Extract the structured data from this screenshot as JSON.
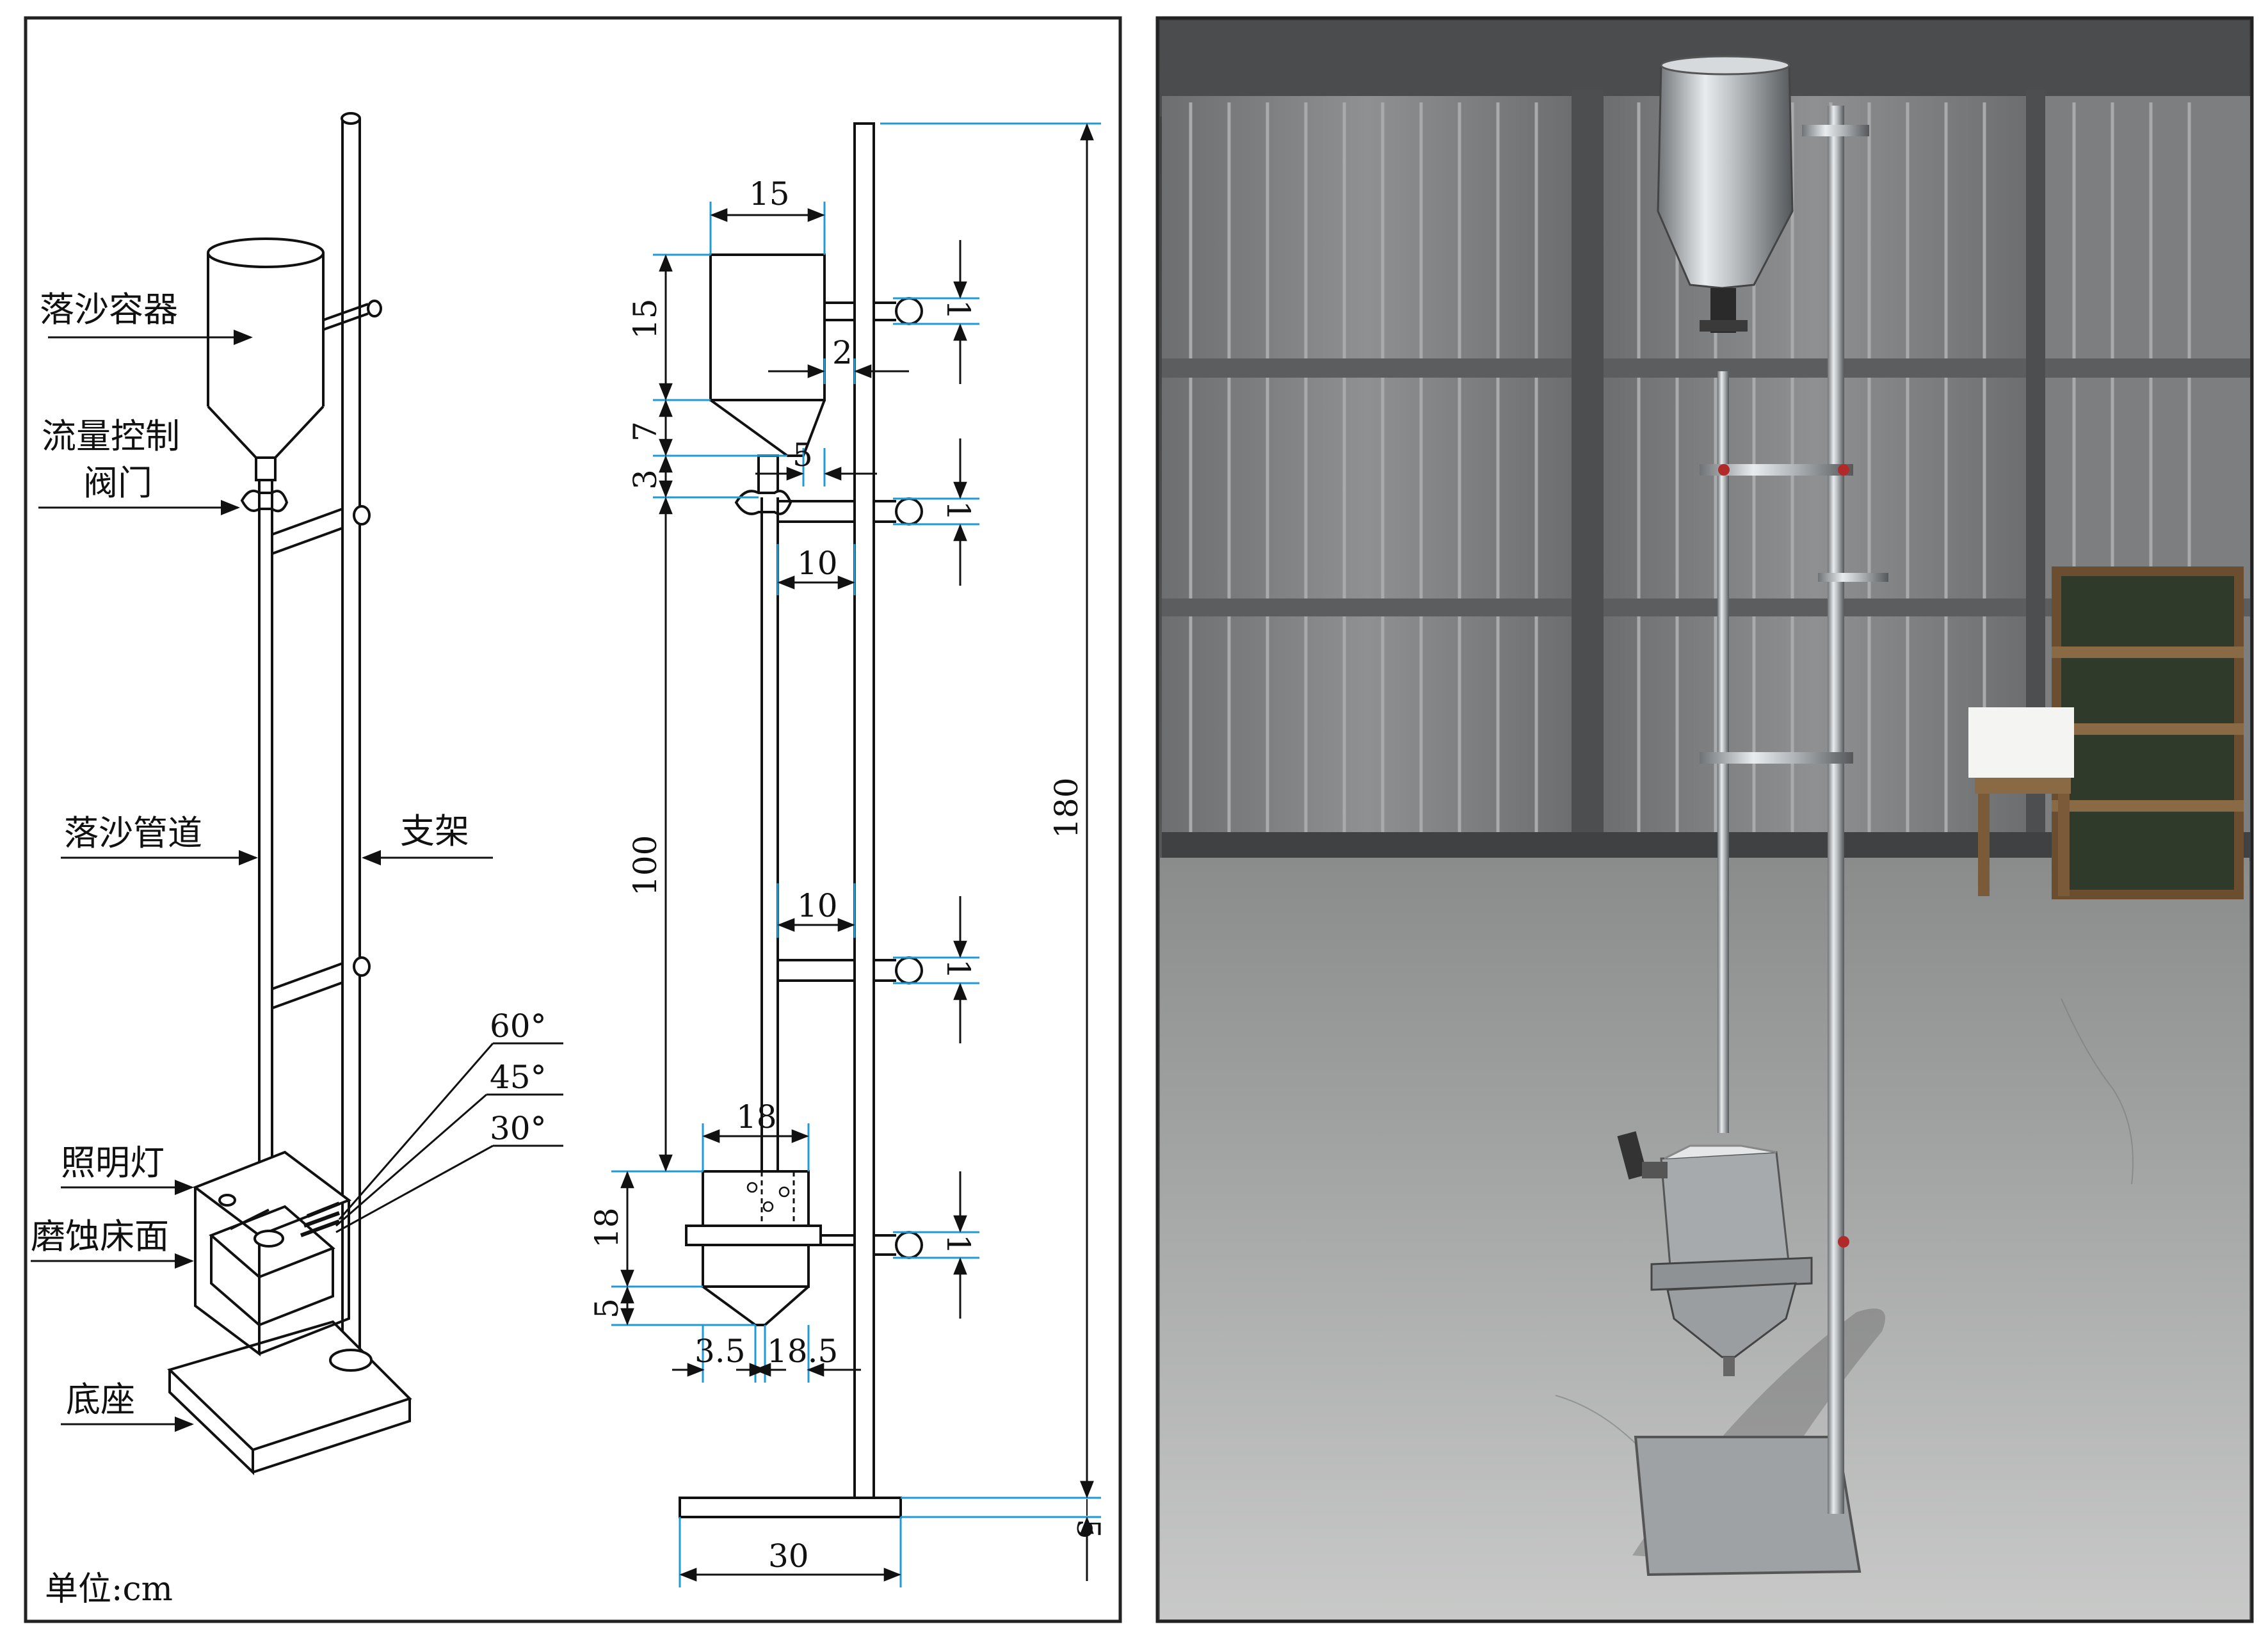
{
  "left_panel": {
    "labels": {
      "sand_container": "落沙容器",
      "flow_valve_line1": "流量控制",
      "flow_valve_line2": "阀门",
      "sand_pipe": "落沙管道",
      "support": "支架",
      "light": "照明灯",
      "erosion_bed": "磨蚀床面",
      "base": "底座"
    },
    "angles": [
      "60°",
      "45°",
      "30°"
    ],
    "unit": "单位:cm"
  },
  "dimensions": {
    "top_width": "15",
    "container_height": "15",
    "offset_2": "2",
    "clamp_1a": "1",
    "cone_height": "7",
    "valve_height": "3",
    "offset_5": "5",
    "clamp_1b": "1",
    "arm_10a": "10",
    "pipe_length": "100",
    "total_height": "180",
    "arm_10b": "10",
    "clamp_1c": "1",
    "bed_width": "18",
    "bed_height": "18",
    "clamp_1d": "1",
    "bottom_height": "5",
    "bottom_left": "3.5",
    "bottom_right": "18.5",
    "base_height": "5",
    "base_width": "30"
  },
  "colors": {
    "line": "#111111",
    "dimension": "#1e9ad6",
    "frame": "#222222"
  },
  "photo": {
    "icon": "photograph-of-sand-drop-apparatus"
  }
}
